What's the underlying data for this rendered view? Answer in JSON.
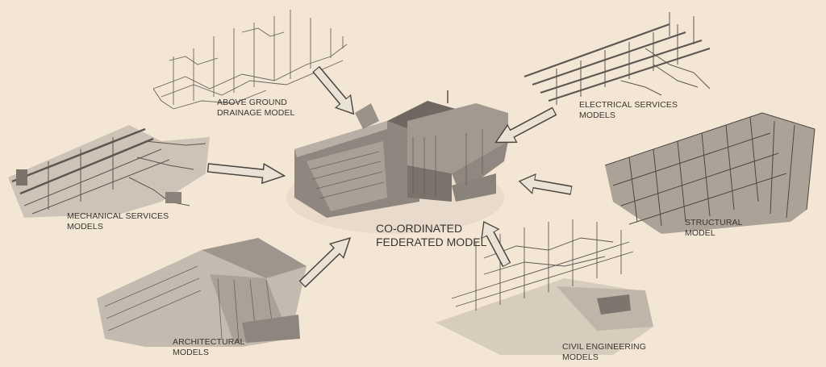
{
  "diagram": {
    "center": {
      "line1": "CO-ORDINATED",
      "line2": "FEDERATED MODEL"
    },
    "models": [
      {
        "id": "drainage",
        "line1": "ABOVE GROUND",
        "line2": "DRAINAGE MODEL"
      },
      {
        "id": "electrical",
        "line1": "ELECTRICAL SERVICES",
        "line2": "MODELS"
      },
      {
        "id": "mechanical",
        "line1": "MECHANICAL SERVICES",
        "line2": "MODELS"
      },
      {
        "id": "structural",
        "line1": "STRUCTURAL",
        "line2": "MODEL"
      },
      {
        "id": "architectural",
        "line1": "ARCHITECTURAL",
        "line2": "MODELS"
      },
      {
        "id": "civil",
        "line1": "CIVIL ENGINEERING",
        "line2": "MODELS"
      }
    ]
  },
  "colors": {
    "background": "#f3e6d5",
    "ink": "#3a3530",
    "arrow_fill": "#ebe2d6",
    "arrow_stroke": "#4a443e"
  }
}
